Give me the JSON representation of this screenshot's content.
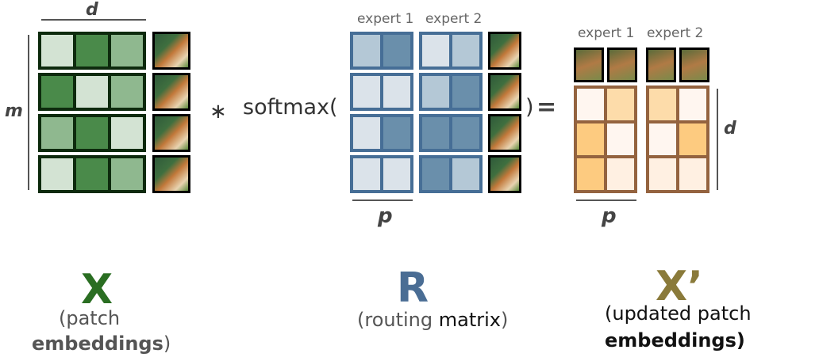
{
  "colors": {
    "x_light": "#d3e3d3",
    "x_mid": "#8fb88f",
    "x_dark": "#4a8a4a",
    "r_light": "#dbe3ea",
    "r_mid": "#b4c8d6",
    "r_dark": "#6a8fab",
    "o_vlight": "#fff6f0",
    "o_light": "#fff0e2",
    "o_mid": "#fddcaa",
    "o_strong": "#fdcb80"
  },
  "x_matrix": [
    [
      "x_light",
      "x_dark",
      "x_mid"
    ],
    [
      "x_dark",
      "x_light",
      "x_mid"
    ],
    [
      "x_mid",
      "x_dark",
      "x_light"
    ],
    [
      "x_light",
      "x_dark",
      "x_mid"
    ]
  ],
  "r_matrix": {
    "expert1": [
      [
        "r_mid",
        "r_dark"
      ],
      [
        "r_light",
        "r_light"
      ],
      [
        "r_light",
        "r_dark"
      ],
      [
        "r_light",
        "r_light"
      ]
    ],
    "expert2": [
      [
        "r_light",
        "r_mid"
      ],
      [
        "r_mid",
        "r_dark"
      ],
      [
        "r_dark",
        "r_dark"
      ],
      [
        "r_dark",
        "r_mid"
      ]
    ]
  },
  "out_matrix": {
    "expert1": [
      [
        "o_vlight",
        "o_mid"
      ],
      [
        "o_strong",
        "o_vlight"
      ],
      [
        "o_strong",
        "o_light"
      ]
    ],
    "expert2": [
      [
        "o_mid",
        "o_vlight"
      ],
      [
        "o_vlight",
        "o_strong"
      ],
      [
        "o_light",
        "o_light"
      ]
    ]
  },
  "labels": {
    "d": "d",
    "m": "m",
    "p": "p",
    "expert1": "expert 1",
    "expert2": "expert 2",
    "times": "∗",
    "softmax": "softmax(",
    "close": ")",
    "equals": "="
  },
  "bottom": {
    "x_symbol": "X",
    "x_desc1": "(patch",
    "x_desc2": "embeddings",
    "x_desc3": ")",
    "r_symbol": "R",
    "r_desc1": "(routing ",
    "r_desc2": "matrix",
    "r_desc3": ")",
    "o_symbol": "X’",
    "o_desc1": "(updated patch",
    "o_desc2": "embeddings)"
  },
  "symbol_colors": {
    "x": "#2a6e22",
    "r": "#4a6d94",
    "o": "#8a7a3a"
  }
}
